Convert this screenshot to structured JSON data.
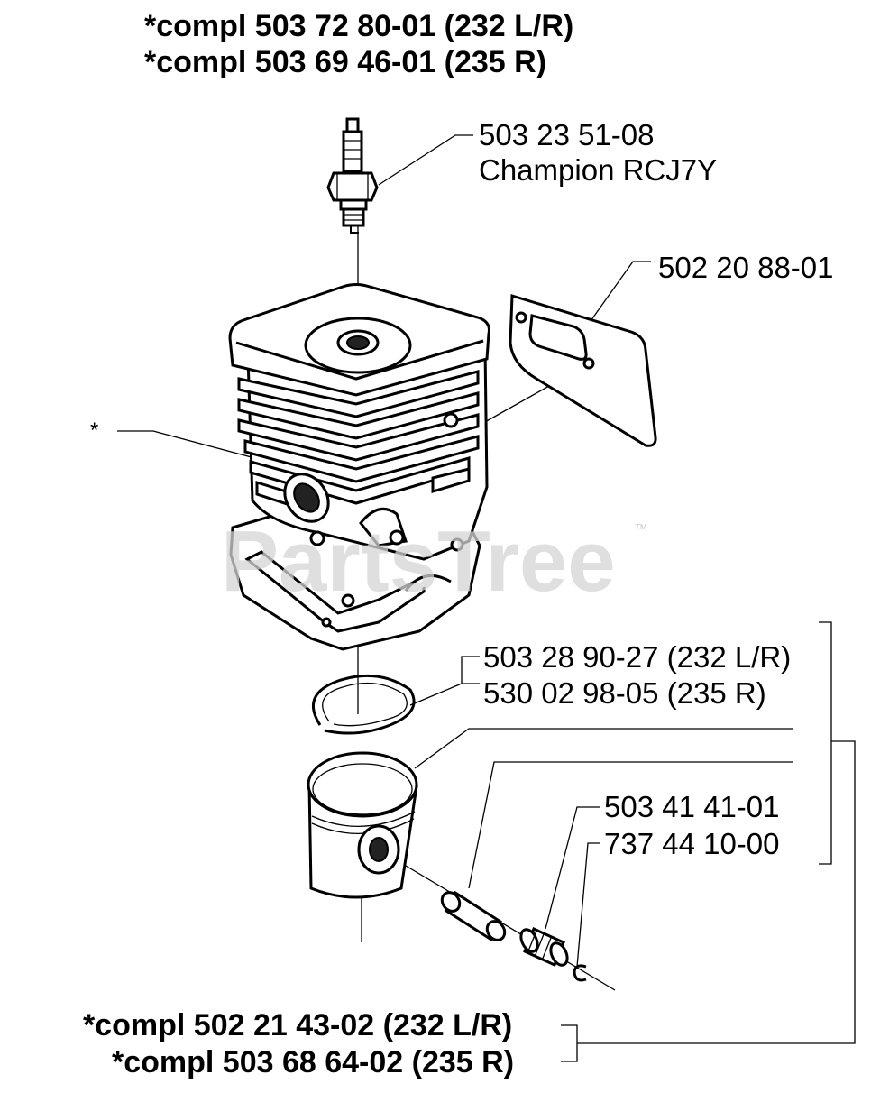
{
  "watermark": {
    "text": "PartsTree",
    "trademark": "™"
  },
  "labels": {
    "cyl_kit_1": "*compl 503 72 80-01 (232 L/R)",
    "cyl_kit_2": "*compl 503 69 46-01 (235 R)",
    "spark_plug_number": "503 23 51-08",
    "spark_plug_name": "Champion RCJ7Y",
    "gasket": "502 20 88-01",
    "cylinder_star": "*",
    "ring_1": "503 28 90-27 (232 L/R)",
    "ring_2": "530 02 98-05 (235 R)",
    "bearing": "503 41 41-01",
    "circlip": "737 44 10-00",
    "piston_kit_1": "*compl 502 21 43-02 (232 L/R)",
    "piston_kit_2": "*compl 503 68 64-02 (235 R)"
  }
}
